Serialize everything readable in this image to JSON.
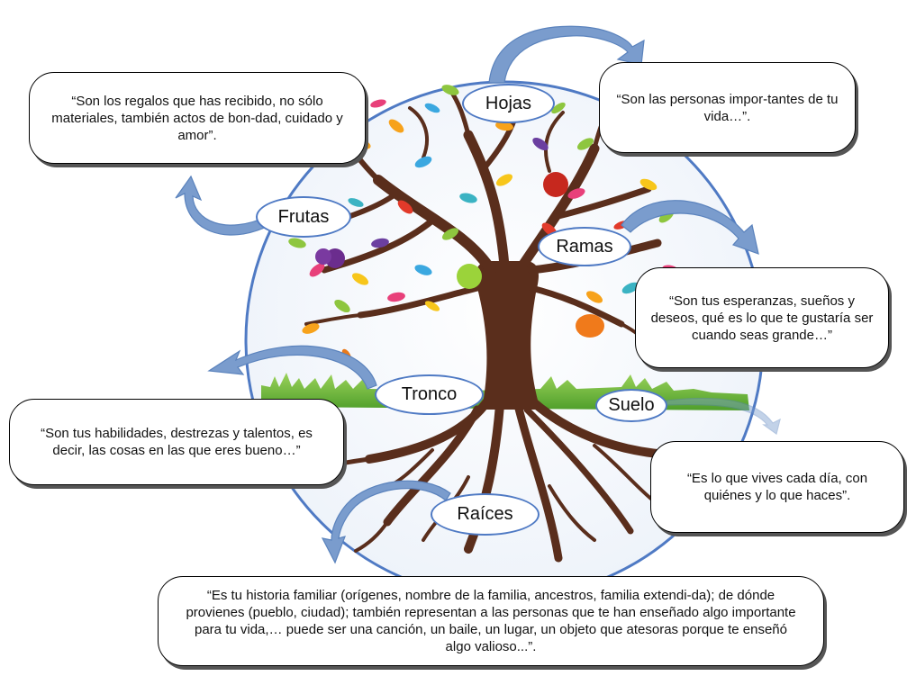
{
  "labels": {
    "hojas": "Hojas",
    "frutas": "Frutas",
    "ramas": "Ramas",
    "tronco": "Tronco",
    "suelo": "Suelo",
    "raices": "Raíces"
  },
  "descriptions": {
    "frutas": "“Son los regalos que has recibido, no sólo materiales, también actos de bon-dad, cuidado y amor”.",
    "hojas": "“Son las personas impor-tantes de tu vida…”.",
    "ramas": "“Son tus esperanzas, sueños y deseos, qué es lo que te gustaría ser cuando seas grande…”",
    "tronco": "“Son tus habilidades, destrezas y talentos, es decir, las cosas en las que eres bueno…”",
    "suelo": "“Es lo que vives cada día, con quiénes y lo que haces”.",
    "raices": "“Es tu historia familiar (orígenes, nombre de la familia, ancestros, familia extendi-da); de dónde provienes (pueblo, ciudad); también representan a las personas que te han enseñado algo importante para tu vida,… puede ser una canción, un baile, un lugar, un objeto que atesoras porque te enseñó algo valioso...”."
  },
  "colors": {
    "circle": "#4f7ac4",
    "arrow": "#7a9ccd",
    "trunk": "#5a2e1c",
    "grass": "#7cc242"
  },
  "illustration": "tree-illustration"
}
